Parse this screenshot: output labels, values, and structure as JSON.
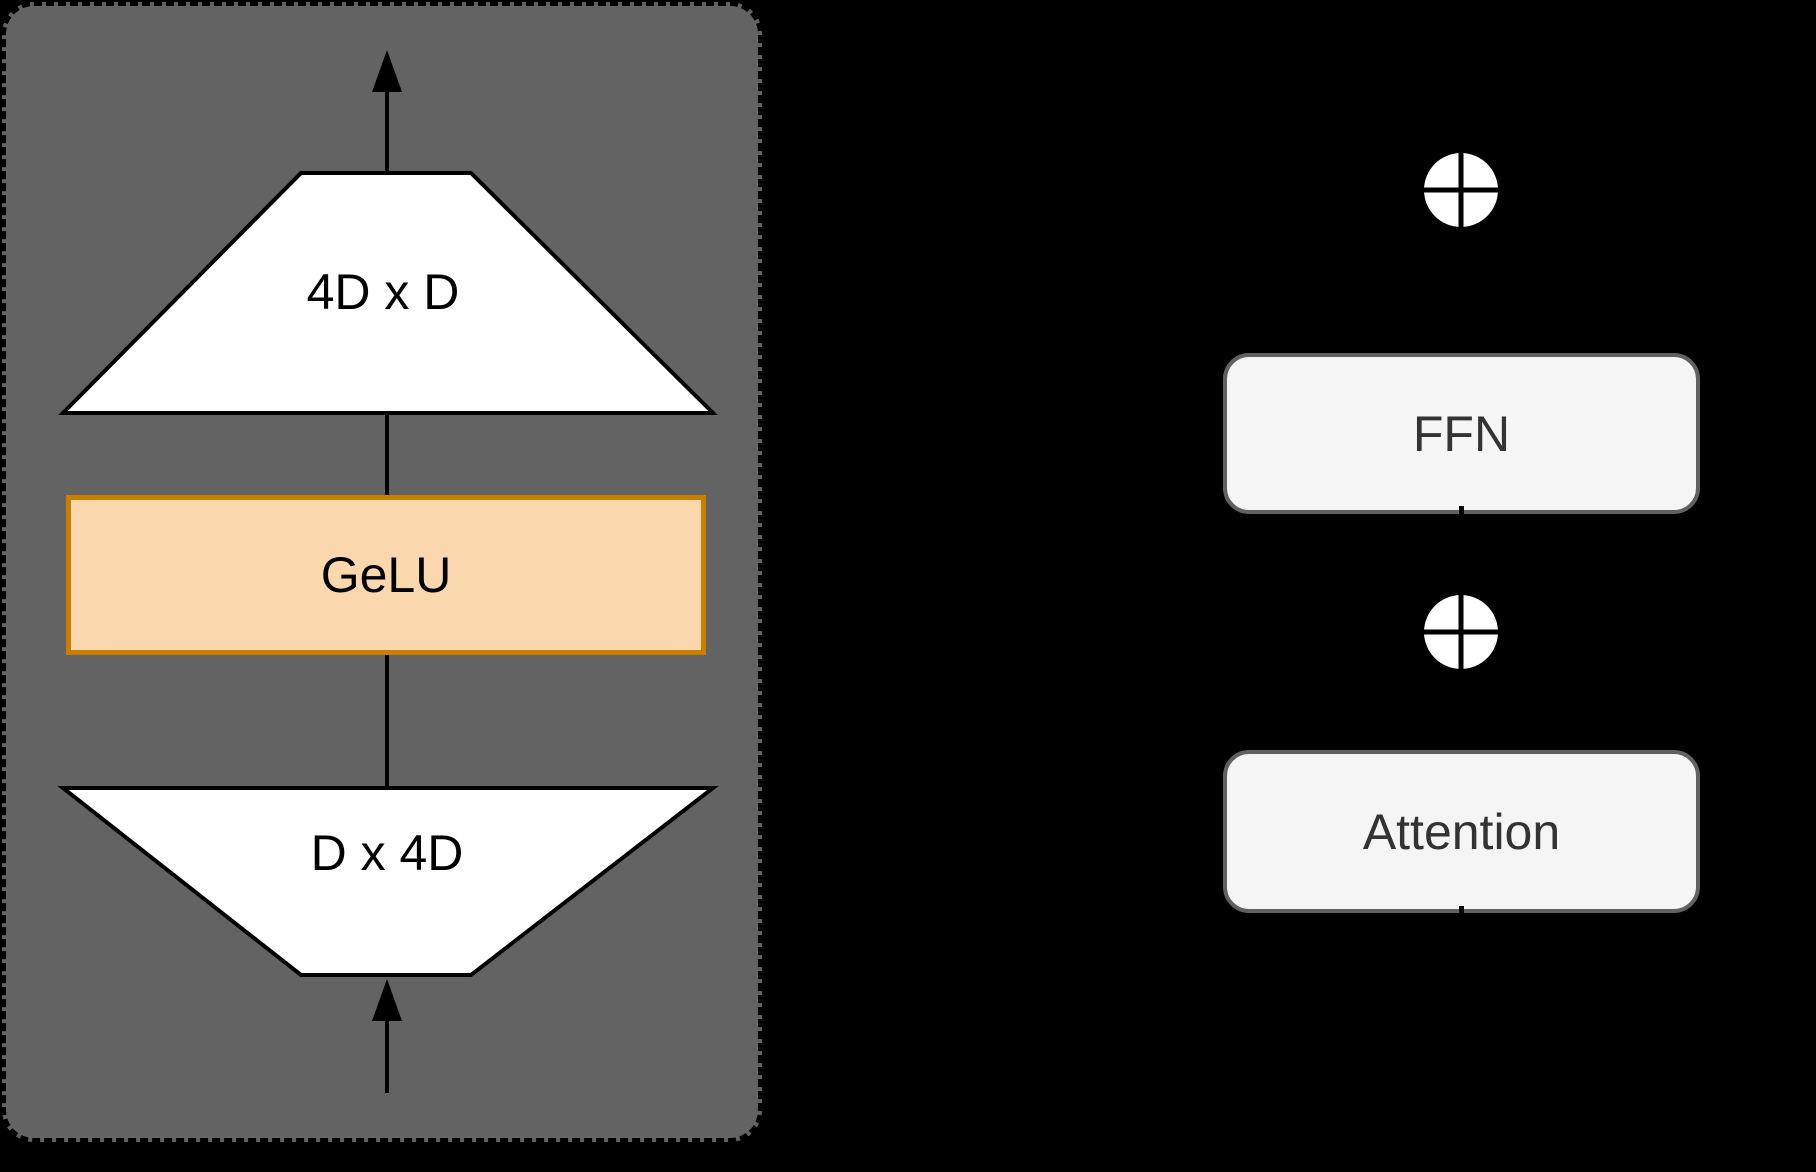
{
  "diagram": {
    "left_panel": {
      "down_projection_label": "4D x D",
      "activation_label": "GeLU",
      "up_projection_label": "D x 4D",
      "output_arrow_icon": "up-arrow",
      "input_arrow_icon": "up-arrow"
    },
    "right_column": {
      "ffn_label": "FFN",
      "attention_label": "Attention",
      "top_residual_icon": "plus-circle",
      "bottom_residual_icon": "plus-circle"
    },
    "colors": {
      "background": "#000000",
      "panel_fill": "#636363",
      "panel_border": "#000000",
      "trapezoid_fill": "#ffffff",
      "trapezoid_border": "#000000",
      "gelu_fill": "#fad7ac",
      "gelu_border": "#c97e00",
      "block_fill": "#f5f5f5",
      "block_border": "#616161",
      "block_text": "#333333",
      "label_text": "#000000",
      "line_color": "#000000",
      "plus_circle_fill": "#ffffff",
      "plus_circle_cross": "#000000"
    }
  }
}
